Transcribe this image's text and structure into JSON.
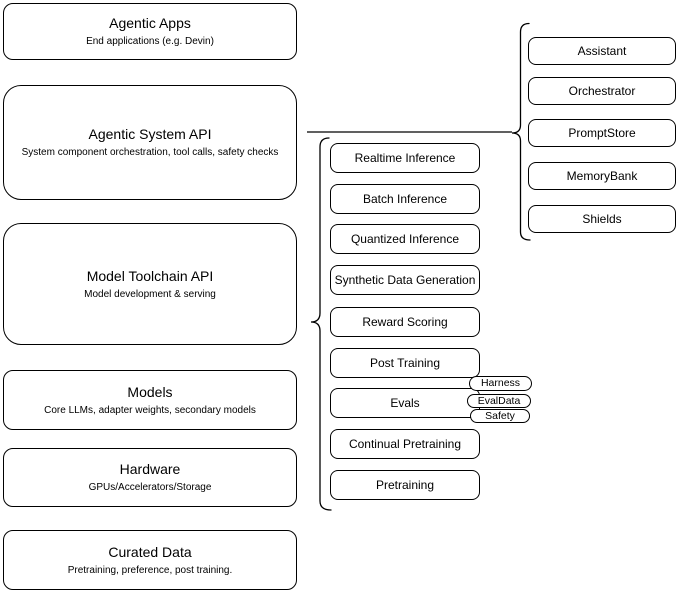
{
  "diagram": {
    "layers": [
      {
        "title": "Agentic Apps",
        "subtitle": "End applications (e.g. Devin)"
      },
      {
        "title": "Agentic System API",
        "subtitle": "System component orchestration, tool calls, safety checks"
      },
      {
        "title": "Model Toolchain API",
        "subtitle": "Model development & serving"
      },
      {
        "title": "Models",
        "subtitle": "Core LLMs, adapter weights, secondary models"
      },
      {
        "title": "Hardware",
        "subtitle": "GPUs/Accelerators/Storage"
      },
      {
        "title": "Curated Data",
        "subtitle": "Pretraining, preference, post training."
      }
    ],
    "toolchain_components": [
      "Realtime Inference",
      "Batch Inference",
      "Quantized Inference",
      "Synthetic Data Generation",
      "Reward Scoring",
      "Post Training",
      "Evals",
      "Continual Pretraining",
      "Pretraining"
    ],
    "eval_tags": [
      "Harness",
      "EvalData",
      "Safety"
    ],
    "system_components": [
      "Assistant",
      "Orchestrator",
      "PromptStore",
      "MemoryBank",
      "Shields"
    ],
    "colors": {
      "border": "#000000",
      "fill": "#ffffff",
      "text": "#000000"
    }
  }
}
